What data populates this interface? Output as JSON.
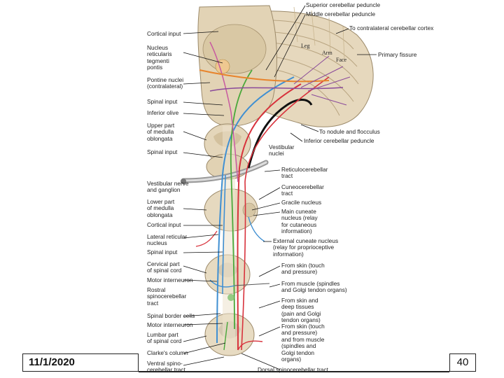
{
  "slide": {
    "date": "11/1/2020",
    "page_number": "40"
  },
  "colors": {
    "tract_red": "#d8323c",
    "tract_blue": "#3f8fd2",
    "tract_green": "#4aa83b",
    "tract_purple": "#8a4a9a",
    "tract_orange": "#e8842c",
    "tract_pink": "#c85aa0",
    "tissue": "#e8dcc4",
    "tissue_shade": "#cbb99a",
    "vestibular_nerve": "#a9a9a9"
  },
  "labels": {
    "left": {
      "cortical_input_top": "Cortical input",
      "nucleus_reticularis": "Nucleus\nreticularis\ntegmenti\npontis",
      "pontine_nuclei": "Pontine nuclei\n(contralateral)",
      "spinal_input_1": "Spinal input",
      "inferior_olive": "Inferior olive",
      "upper_medulla": "Upper part\nof medulla\noblongata",
      "spinal_input_2": "Spinal input",
      "vestibular_nerve": "Vestibular nerve\nand ganglion",
      "lower_medulla": "Lower part\nof medulla\noblongata",
      "cortical_input_2": "Cortical input",
      "lateral_reticular": "Lateral reticular\nnucleus",
      "spinal_input_3": "Spinal input",
      "cervical_cord": "Cervical part\nof spinal cord",
      "motor_interneuron_1": "Motor interneuron",
      "rostral_spinocerebellar": "Rostral\nspinocerebellar\ntract",
      "spinal_border_cells": "Spinal border cells",
      "motor_interneuron_2": "Motor interneuron",
      "lumbar_cord": "Lumbar part\nof spinal cord",
      "clarkes_column": "Clarke's column",
      "ventral_spinocerebellar": "Ventral spino-\ncerebellar tract"
    },
    "top": {
      "superior_peduncle": "Superior cerebellar peduncle",
      "middle_peduncle": "Middle cerebellar peduncle",
      "contralateral_cortex": "To contralateral cerebellar cortex",
      "primary_fissure": "Primary fissure",
      "leg": "Leg",
      "arm": "Arm",
      "face": "Face"
    },
    "right": {
      "nodule_flocculus": "To nodule and flocculus",
      "inferior_peduncle": "Inferior cerebellar peduncle",
      "vestibular_nuclei": "Vestibular\nnuclei",
      "reticulocerebellar": "Reticulocerebellar\ntract",
      "cuneocerebellar": "Cuneocerebellar\ntract",
      "gracile": "Gracile nucleus",
      "main_cuneate": "Main cuneate\nnucleus (relay\nfor cutaneous\ninformation)",
      "external_cuneate": "External cuneate nucleus\n(relay for proprioceptive\ninformation)",
      "skin_touch_1": "From skin (touch\nand pressure)",
      "muscle_spindles": "From muscle (spindles\nand Golgi tendon organs)",
      "skin_deep": "From skin and\ndeep tissues\n(pain and Golgi\ntendon organs)",
      "skin_touch_muscle": "From skin (touch\nand pressure)\nand from muscle\n(spindles and\nGolgi tendon\norgans)",
      "dorsal_spinocerebellar": "Dorsal spinocerebellar tract"
    }
  }
}
